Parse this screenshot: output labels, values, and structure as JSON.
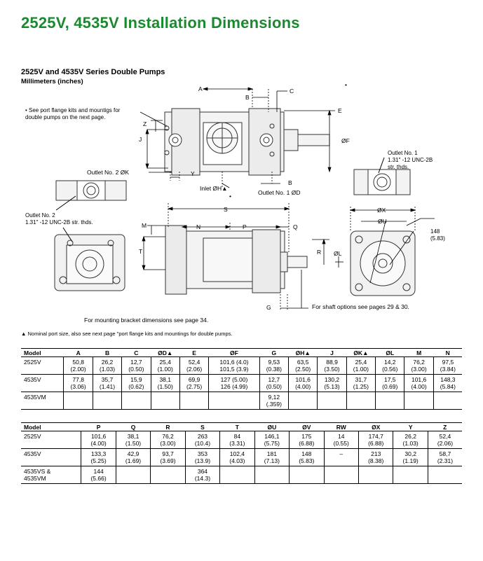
{
  "title": "2525V, 4535V Installation Dimensions",
  "section": {
    "heading": "2525V and 4535V Series Double Pumps",
    "units": "Millimeters (inches)"
  },
  "notes": {
    "port_flange": "• See port flange kits and mountigs for double pumps on the next page.",
    "port_flange_line1": "• See port flange kits and mountigs for",
    "port_flange_line2": "double pumps on the next page.",
    "outlet2_thread_line1": "Outlet No. 2",
    "outlet2_thread_line2": "1.31\" -12 UNC-2B str. thds.",
    "outlet1_thread_line1": "Outlet No. 1",
    "outlet1_thread_line2": "1.31\" -12 UNC-2B",
    "outlet1_thread_line3": "str. thds.",
    "mounting_bracket": "For mounting bracket dimensions see page 34.",
    "shaft_options": "For shaft options see pages 29 & 30.",
    "nominal_port": "▲ Nominal port size, also see next page \"port flange kits and mountings for double pumps."
  },
  "drawing_labels": {
    "A": "A",
    "B": "B",
    "C": "C",
    "E": "E",
    "F": "ØF",
    "Z": "Z",
    "J": "J",
    "Y": "Y",
    "outlet2": "Outlet No. 2 ØK",
    "inlet": "Inlet ØH▲",
    "outlet1": "Outlet No. 1 ØD",
    "S": "S",
    "M": "M",
    "N": "N",
    "P": "P",
    "Q": "Q",
    "T": "T",
    "R": "R",
    "L": "ØL",
    "G": "G",
    "X": "ØX",
    "U": "ØU",
    "V148_line1": "148",
    "V148_line2": "(5.83)",
    "dot": "•"
  },
  "table1": {
    "headers": [
      "Model",
      "A",
      "B",
      "C",
      "ØD▲",
      "E",
      "ØF",
      "G",
      "ØH▲",
      "J",
      "ØK▲",
      "ØL",
      "M",
      "N"
    ],
    "rows": [
      {
        "model": "2525V",
        "cells": [
          [
            "50,8",
            "(2.00)"
          ],
          [
            "26,2",
            "(1.03)"
          ],
          [
            "12,7",
            "(0.50)"
          ],
          [
            "25,4",
            "(1.00)"
          ],
          [
            "52,4",
            "(2.06)"
          ],
          [
            "101,6 (4.0)",
            "101,5 (3.9)"
          ],
          [
            "9,53",
            "(0.38)"
          ],
          [
            "63,5",
            "(2.50)"
          ],
          [
            "88,9",
            "(3.50)"
          ],
          [
            "25,4",
            "(1.00)"
          ],
          [
            "14,2",
            "(0.56)"
          ],
          [
            "76,2",
            "(3.00)"
          ],
          [
            "97,5",
            "(3.84)"
          ]
        ]
      },
      {
        "model": "4535V",
        "cells": [
          [
            "77,8",
            "(3.06)"
          ],
          [
            "35,7",
            "(1.41)"
          ],
          [
            "15,9",
            "(0.62)"
          ],
          [
            "38,1",
            "(1.50)"
          ],
          [
            "69,9",
            "(2.75)"
          ],
          [
            "127 (5.00)",
            "126 (4.99)"
          ],
          [
            "12,7",
            "(0.50)"
          ],
          [
            "101,6",
            "(4.00)"
          ],
          [
            "130,2",
            "(5.13)"
          ],
          [
            "31,7",
            "(1.25)"
          ],
          [
            "17,5",
            "(0.69)"
          ],
          [
            "101,6",
            "(4.00)"
          ],
          [
            "148,3",
            "(5.84)"
          ]
        ]
      },
      {
        "model": "4535VM",
        "cells": [
          [
            "",
            ""
          ],
          [
            "",
            ""
          ],
          [
            "",
            ""
          ],
          [
            "",
            ""
          ],
          [
            "",
            ""
          ],
          [
            "",
            ""
          ],
          [
            "9,12",
            "(.359)"
          ],
          [
            "",
            ""
          ],
          [
            "",
            ""
          ],
          [
            "",
            ""
          ],
          [
            "",
            ""
          ],
          [
            "",
            ""
          ],
          [
            "",
            ""
          ]
        ]
      }
    ]
  },
  "table2": {
    "headers": [
      "Model",
      "P",
      "Q",
      "R",
      "S",
      "T",
      "ØU",
      "ØV",
      "RW",
      "ØX",
      "Y",
      "Z"
    ],
    "rows": [
      {
        "model": "2525V",
        "cells": [
          [
            "101,6",
            "(4.00)"
          ],
          [
            "38,1",
            "(1.50)"
          ],
          [
            "76,2",
            "(3.00)"
          ],
          [
            "263",
            "(10.4)"
          ],
          [
            "84",
            "(3.31)"
          ],
          [
            "146,1",
            "(5.75)"
          ],
          [
            "175",
            "(6.88)"
          ],
          [
            "14",
            "(0.55)"
          ],
          [
            "174,7",
            "(6.88)"
          ],
          [
            "26,2",
            "(1.03)"
          ],
          [
            "52,4",
            "(2.06)"
          ]
        ]
      },
      {
        "model": "4535V",
        "cells": [
          [
            "133,3",
            "(5.25)"
          ],
          [
            "42,9",
            "(1.69)"
          ],
          [
            "93,7",
            "(3.69)"
          ],
          [
            "353",
            "(13.9)"
          ],
          [
            "102,4",
            "(4.03)"
          ],
          [
            "181",
            "(7.13)"
          ],
          [
            "148",
            "(5.83)"
          ],
          [
            "–",
            ""
          ],
          [
            "213",
            "(8.38)"
          ],
          [
            "30,2",
            "(1.19)"
          ],
          [
            "58,7",
            "(2.31)"
          ]
        ]
      },
      {
        "model_line1": "4535VS &",
        "model_line2": "4535VM",
        "cells": [
          [
            "144",
            "(5.66)"
          ],
          [
            "",
            ""
          ],
          [
            "",
            ""
          ],
          [
            "364",
            "(14.3)"
          ],
          [
            "",
            ""
          ],
          [
            "",
            ""
          ],
          [
            "",
            ""
          ],
          [
            "",
            ""
          ],
          [
            "",
            ""
          ],
          [
            "",
            ""
          ],
          [
            "",
            ""
          ]
        ]
      }
    ]
  }
}
